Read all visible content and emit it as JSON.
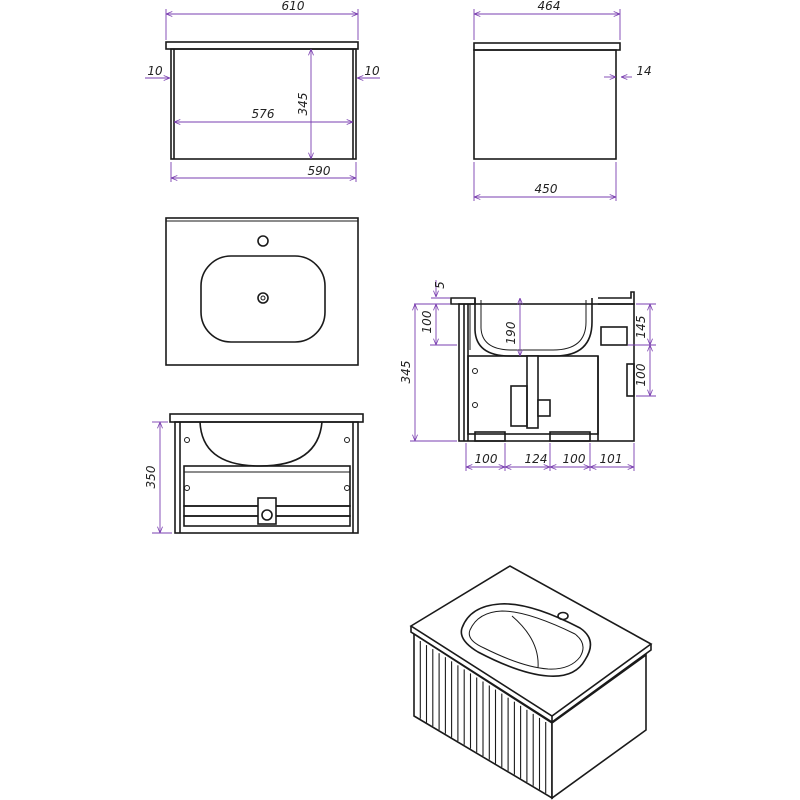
{
  "colors": {
    "line": "#1a1a1a",
    "dimension": "#7a3fb0",
    "text": "#222222",
    "background": "#ffffff"
  },
  "front_view": {
    "overall_width": "610",
    "side_offset_left": "10",
    "side_offset_right": "10",
    "inner_width": "576",
    "height": "345",
    "body_width": "590"
  },
  "side_view": {
    "overall_depth": "464",
    "top_overhang": "14",
    "body_depth": "450"
  },
  "section_view": {
    "top_offset": "5",
    "upper_height": "100",
    "basin_depth": "190",
    "total_height": "345",
    "right_upper": "145",
    "right_lower": "100",
    "bottom_dims": [
      "100",
      "124",
      "100",
      "101"
    ]
  },
  "back_view": {
    "height": "350"
  },
  "icons": [
    "tap-hole-icon",
    "drain-icon",
    "siphon-icon"
  ]
}
